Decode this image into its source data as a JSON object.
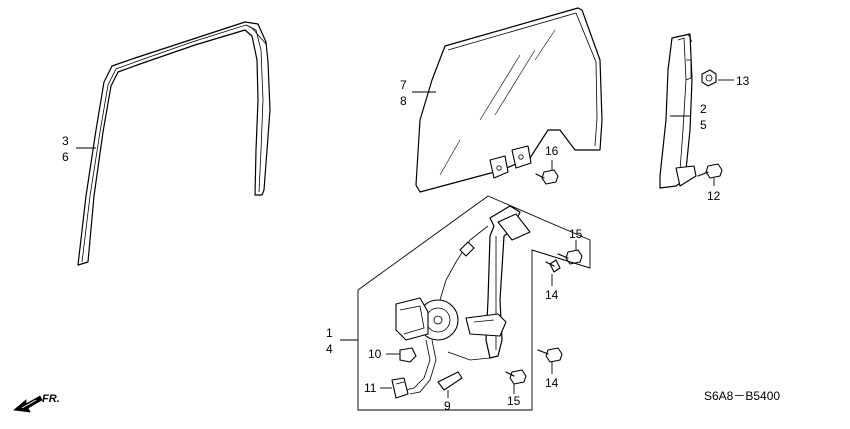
{
  "parts": [
    {
      "id": "3-6",
      "labels": [
        "3",
        "6"
      ],
      "name": "door-run-channel"
    },
    {
      "id": "7-8",
      "labels": [
        "7",
        "8"
      ],
      "name": "door-glass"
    },
    {
      "id": "2-5",
      "labels": [
        "2",
        "5"
      ],
      "name": "center-sash"
    },
    {
      "id": "13",
      "labels": [
        "13"
      ],
      "name": "nut"
    },
    {
      "id": "12",
      "labels": [
        "12"
      ],
      "name": "bolt"
    },
    {
      "id": "16",
      "labels": [
        "16"
      ],
      "name": "bolt"
    },
    {
      "id": "15a",
      "labels": [
        "15"
      ],
      "name": "bolt"
    },
    {
      "id": "14a",
      "labels": [
        "14"
      ],
      "name": "bolt"
    },
    {
      "id": "14b",
      "labels": [
        "14"
      ],
      "name": "bolt"
    },
    {
      "id": "15b",
      "labels": [
        "15"
      ],
      "name": "bolt"
    },
    {
      "id": "1-4",
      "labels": [
        "1",
        "4"
      ],
      "name": "window-regulator"
    },
    {
      "id": "10",
      "labels": [
        "10"
      ],
      "name": "clip"
    },
    {
      "id": "11",
      "labels": [
        "11"
      ],
      "name": "connector"
    },
    {
      "id": "9",
      "labels": [
        "9"
      ],
      "name": "clip"
    }
  ],
  "diagram_code": "S6A8－B5400",
  "direction_label": "FR."
}
